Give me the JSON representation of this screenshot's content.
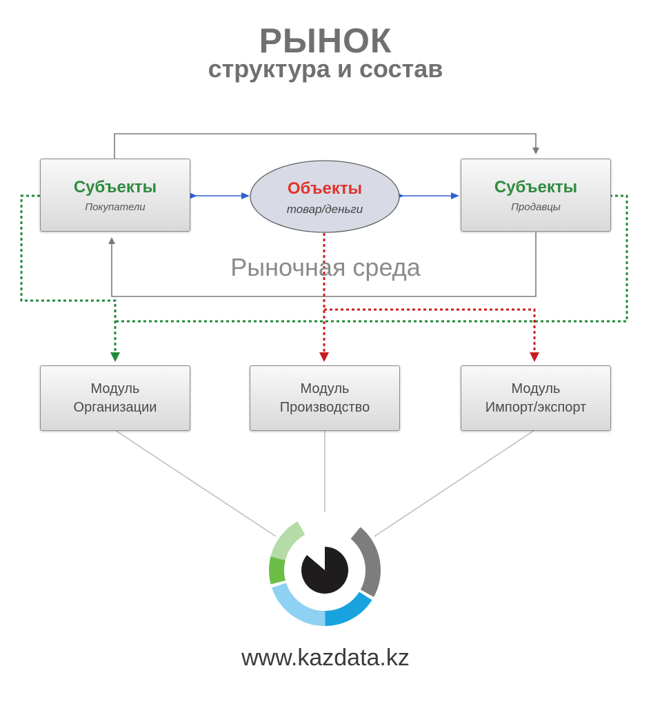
{
  "header": {
    "title": "РЫНОК",
    "subtitle": "структура и состав"
  },
  "nodes": {
    "buyers": {
      "title": "Субъекты",
      "subtitle": "Покупатели"
    },
    "objects": {
      "title": "Объекты",
      "subtitle": "товар/деньги"
    },
    "sellers": {
      "title": "Субъекты",
      "subtitle": "Продавцы"
    }
  },
  "environment_label": "Рыночная среда",
  "modules": [
    {
      "line1": "Модуль",
      "line2": "Организации"
    },
    {
      "line1": "Модуль",
      "line2": "Производство"
    },
    {
      "line1": "Модуль",
      "line2": "Импорт/экспорт"
    }
  ],
  "footer": {
    "url": "www.kazdata.kz"
  },
  "colors": {
    "subject_green": "#2e8b3e",
    "object_red": "#e0332b",
    "flow_blue": "#2f5fd0",
    "dotted_green": "#1f8a3a",
    "dotted_red": "#c81e1e",
    "logo_light_green": "#b5dba8",
    "logo_green": "#6cbd45",
    "logo_gray": "#7d7d7d",
    "logo_blue": "#18a3df",
    "logo_light_blue": "#8fd1f2"
  }
}
